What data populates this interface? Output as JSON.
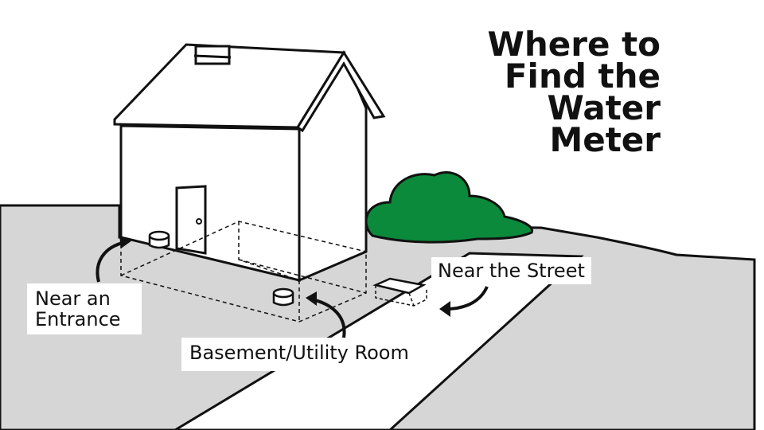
{
  "title": {
    "line1": "Where to",
    "line2": "Find the",
    "line3": "Water",
    "line4": "Meter"
  },
  "labels": {
    "entrance_line1": "Near an",
    "entrance_line2": "Entrance",
    "basement": "Basement/Utility Room",
    "street": "Near the Street"
  },
  "colors": {
    "ground": "#d6d6d6",
    "bush": "#0a8a3a",
    "outline": "#111111",
    "background": "#ffffff"
  }
}
